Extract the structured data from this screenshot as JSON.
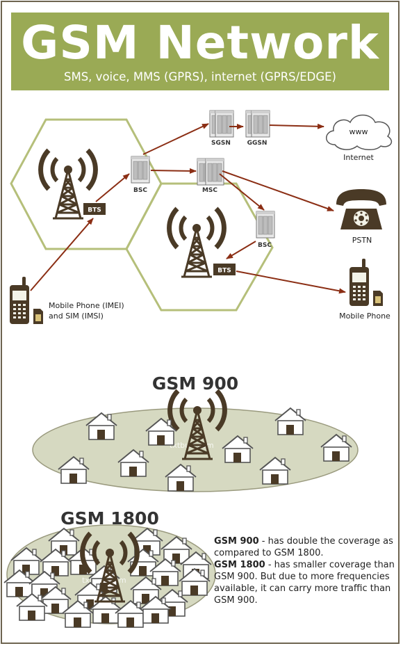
{
  "header": {
    "title": "GSM Network",
    "subtitle": "SMS, voice, MMS (GPRS), internet (GPRS/EDGE)"
  },
  "network_diagram": {
    "tower_badge": "BTS",
    "bsc_label": "BSC",
    "msc_label": "MSC",
    "sgsn_label": "SGSN",
    "ggsn_label": "GGSN",
    "cloud_text": "www",
    "internet_label": "Internet",
    "pstn_label": "PSTN",
    "phone_left_label_line1": "Mobile Phone (IMEI)",
    "phone_left_label_line2": "and SIM (IMSI)",
    "phone_right_label": "Mobile Phone"
  },
  "coverage": {
    "gsm900_heading": "GSM 900",
    "gsm1800_heading": "GSM 1800",
    "watermark": "txtbuff.com"
  },
  "notes": {
    "note1_bold": "GSM 900",
    "note1_text": " - has double the coverage as compared to GSM 1800.",
    "note2_bold": "GSM 1800",
    "note2_text": " - has smaller coverage than GSM 900. But due to more frequencies available, it can carry more traffic than GSM 900."
  },
  "colors": {
    "banner": "#9aaa55",
    "hex_border": "#b5bf7a",
    "arrow": "#8b2e14",
    "icon_dark": "#4a3a26",
    "field": "#d6d9c1"
  }
}
